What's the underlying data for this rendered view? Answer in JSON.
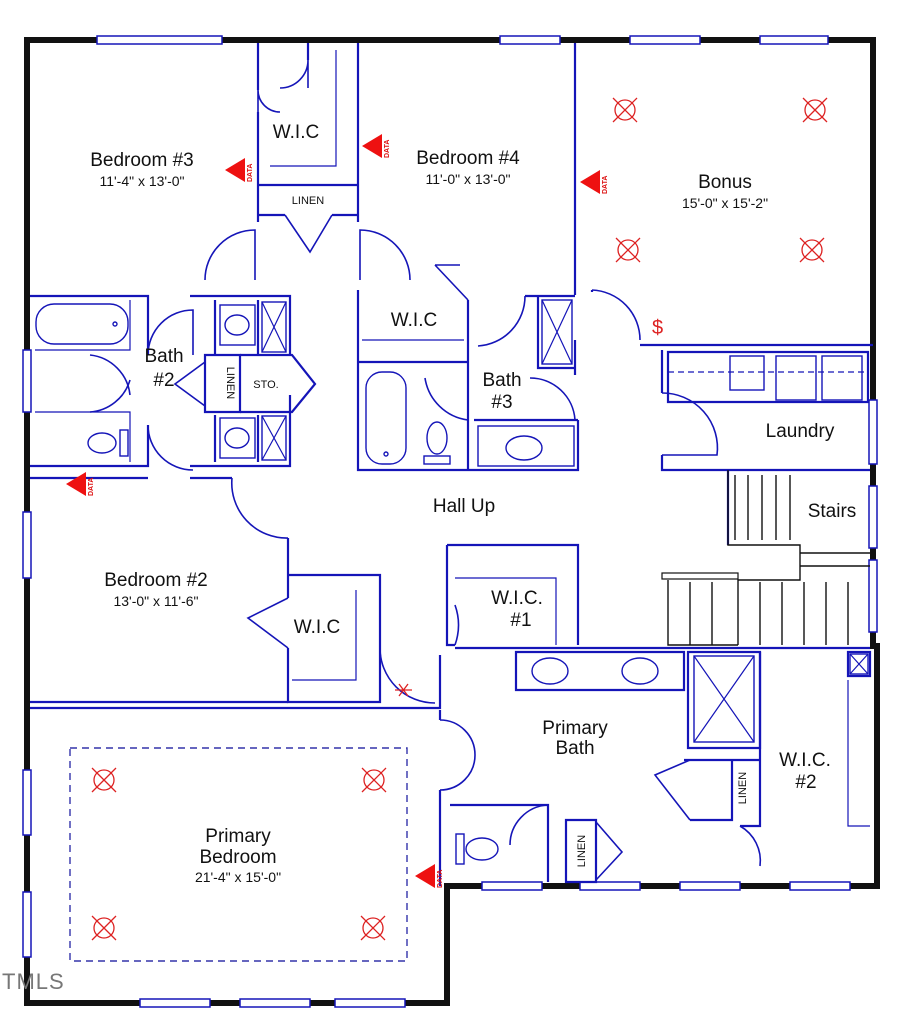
{
  "rooms": {
    "bedroom3": {
      "name": "Bedroom #3",
      "dims": "11'-4\" x 13'-0\""
    },
    "bedroom4": {
      "name": "Bedroom #4",
      "dims": "11'-0\" x 13'-0\""
    },
    "bonus": {
      "name": "Bonus",
      "dims": "15'-0\" x 15'-2\""
    },
    "bedroom2": {
      "name": "Bedroom #2",
      "dims": "13'-0\" x 11'-6\""
    },
    "primary_bedroom": {
      "name_line1": "Primary",
      "name_line2": "Bedroom",
      "dims": "21'-4\" x 15'-0\""
    },
    "bath2": {
      "line1": "Bath",
      "line2": "#2"
    },
    "bath3": {
      "line1": "Bath",
      "line2": "#3"
    },
    "primary_bath": {
      "line1": "Primary",
      "line2": "Bath"
    },
    "wic_top": "W.I.C",
    "wic_mid": "W.I.C",
    "wic_bed2": "W.I.C",
    "wic1": {
      "line1": "W.I.C.",
      "line2": "#1"
    },
    "wic2": {
      "line1": "W.I.C.",
      "line2": "#2"
    },
    "laundry": "Laundry",
    "stairs": "Stairs",
    "hall": "Hall Up"
  },
  "labels": {
    "linen_top": "LINEN",
    "linen_bath2": "LINEN",
    "sto": "STO.",
    "linen_primary": "LINEN",
    "linen_wic2": "LINEN",
    "data_marker": "DATA"
  },
  "watermark": "TMLS",
  "colors": {
    "wall": "#111111",
    "blueprint": "#1515b8",
    "marker": "#d11111"
  }
}
